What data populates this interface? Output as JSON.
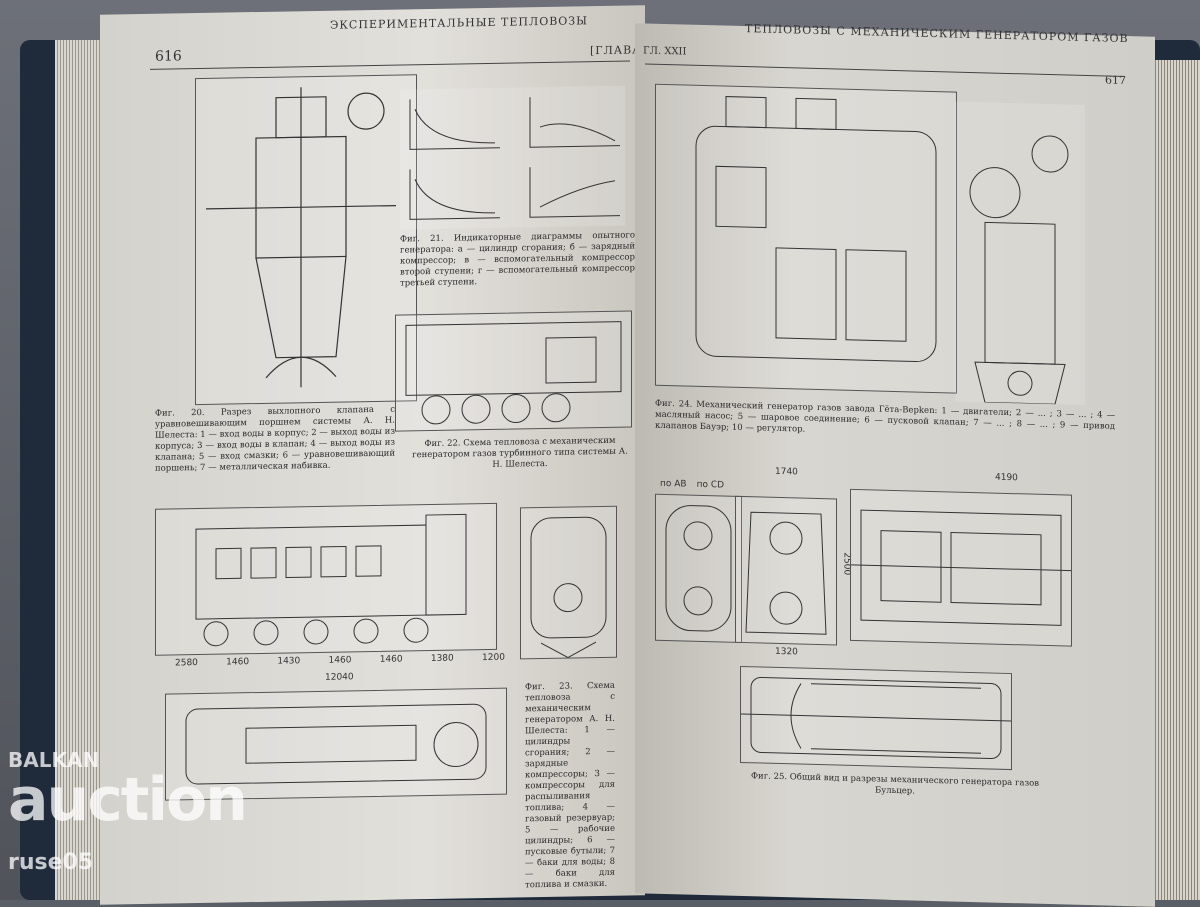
{
  "left_page": {
    "header": "ЭКСПЕРИМЕНТАЛЬНЫЕ ТЕПЛОВОЗЫ",
    "page_number": "616",
    "chapter": "[ГЛАВА",
    "fig20_caption": "Фиг. 20. Разрез выхлопного клапана с уравновешивающим поршнем системы А. Н. Шелеста: 1 — вход воды в корпус; 2 — выход воды из корпуса; 3 — вход воды в клапан; 4 — выход воды из клапана; 5 — вход смазки; 6 — уравновешивающий поршень; 7 — металлическая набивка.",
    "fig21_caption": "Фиг. 21. Индикаторные диаграммы опытного генератора: а — цилиндр сгорания; б — зарядный компрессор; в — вспомогательный компрессор второй ступени; г — вспомогательный компрессор третьей ступени.",
    "fig22_caption": "Фиг. 22. Схема тепловоза с механическим генератором газов турбинного типа системы А. Н. Шелеста.",
    "fig23_caption": "Фиг. 23. Схема тепловоза с механическим генератором А. Н. Шелеста: 1 — цилиндры сгорания; 2 — зарядные компрессоры; 3 — компрессоры для распыливания топлива; 4 — газовый резервуар; 5 — рабочие цилиндры; 6 — пусковые бутыли; 7 — баки для воды; 8 — баки для топлива и смазки.",
    "dimensions": [
      "2580",
      "1460",
      "1430",
      "1460",
      "1460",
      "1380",
      "1200"
    ],
    "total_length": "12040"
  },
  "right_page": {
    "header": "ТЕПЛОВОЗЫ С МЕХАНИЧЕСКИМ ГЕНЕРАТОРОМ ГАЗОВ",
    "chapter": "ГЛ. XXII",
    "page_number": "617",
    "fig24_caption": "Фиг. 24. Механический генератор газов завода Гёта-Верken: 1 — двигатели; 2 — ... ; 3 — ... ; 4 — масляный насос; 5 — шаровое соединение; 6 — пусковой клапан; 7 — ... ; 8 — ... ; 9 — привод клапанов Бауэр; 10 — регулятор.",
    "fig25_caption": "Фиг. 25. Общий вид и разрезы механического генератора газов Бульцер.",
    "dimensions": [
      "1740",
      "1320",
      "2500",
      "4190"
    ],
    "section_labels": [
      "по АВ",
      "по CD"
    ]
  },
  "watermark": {
    "line1": "BALKAN",
    "line2": "auction",
    "line3": "ruse05"
  }
}
